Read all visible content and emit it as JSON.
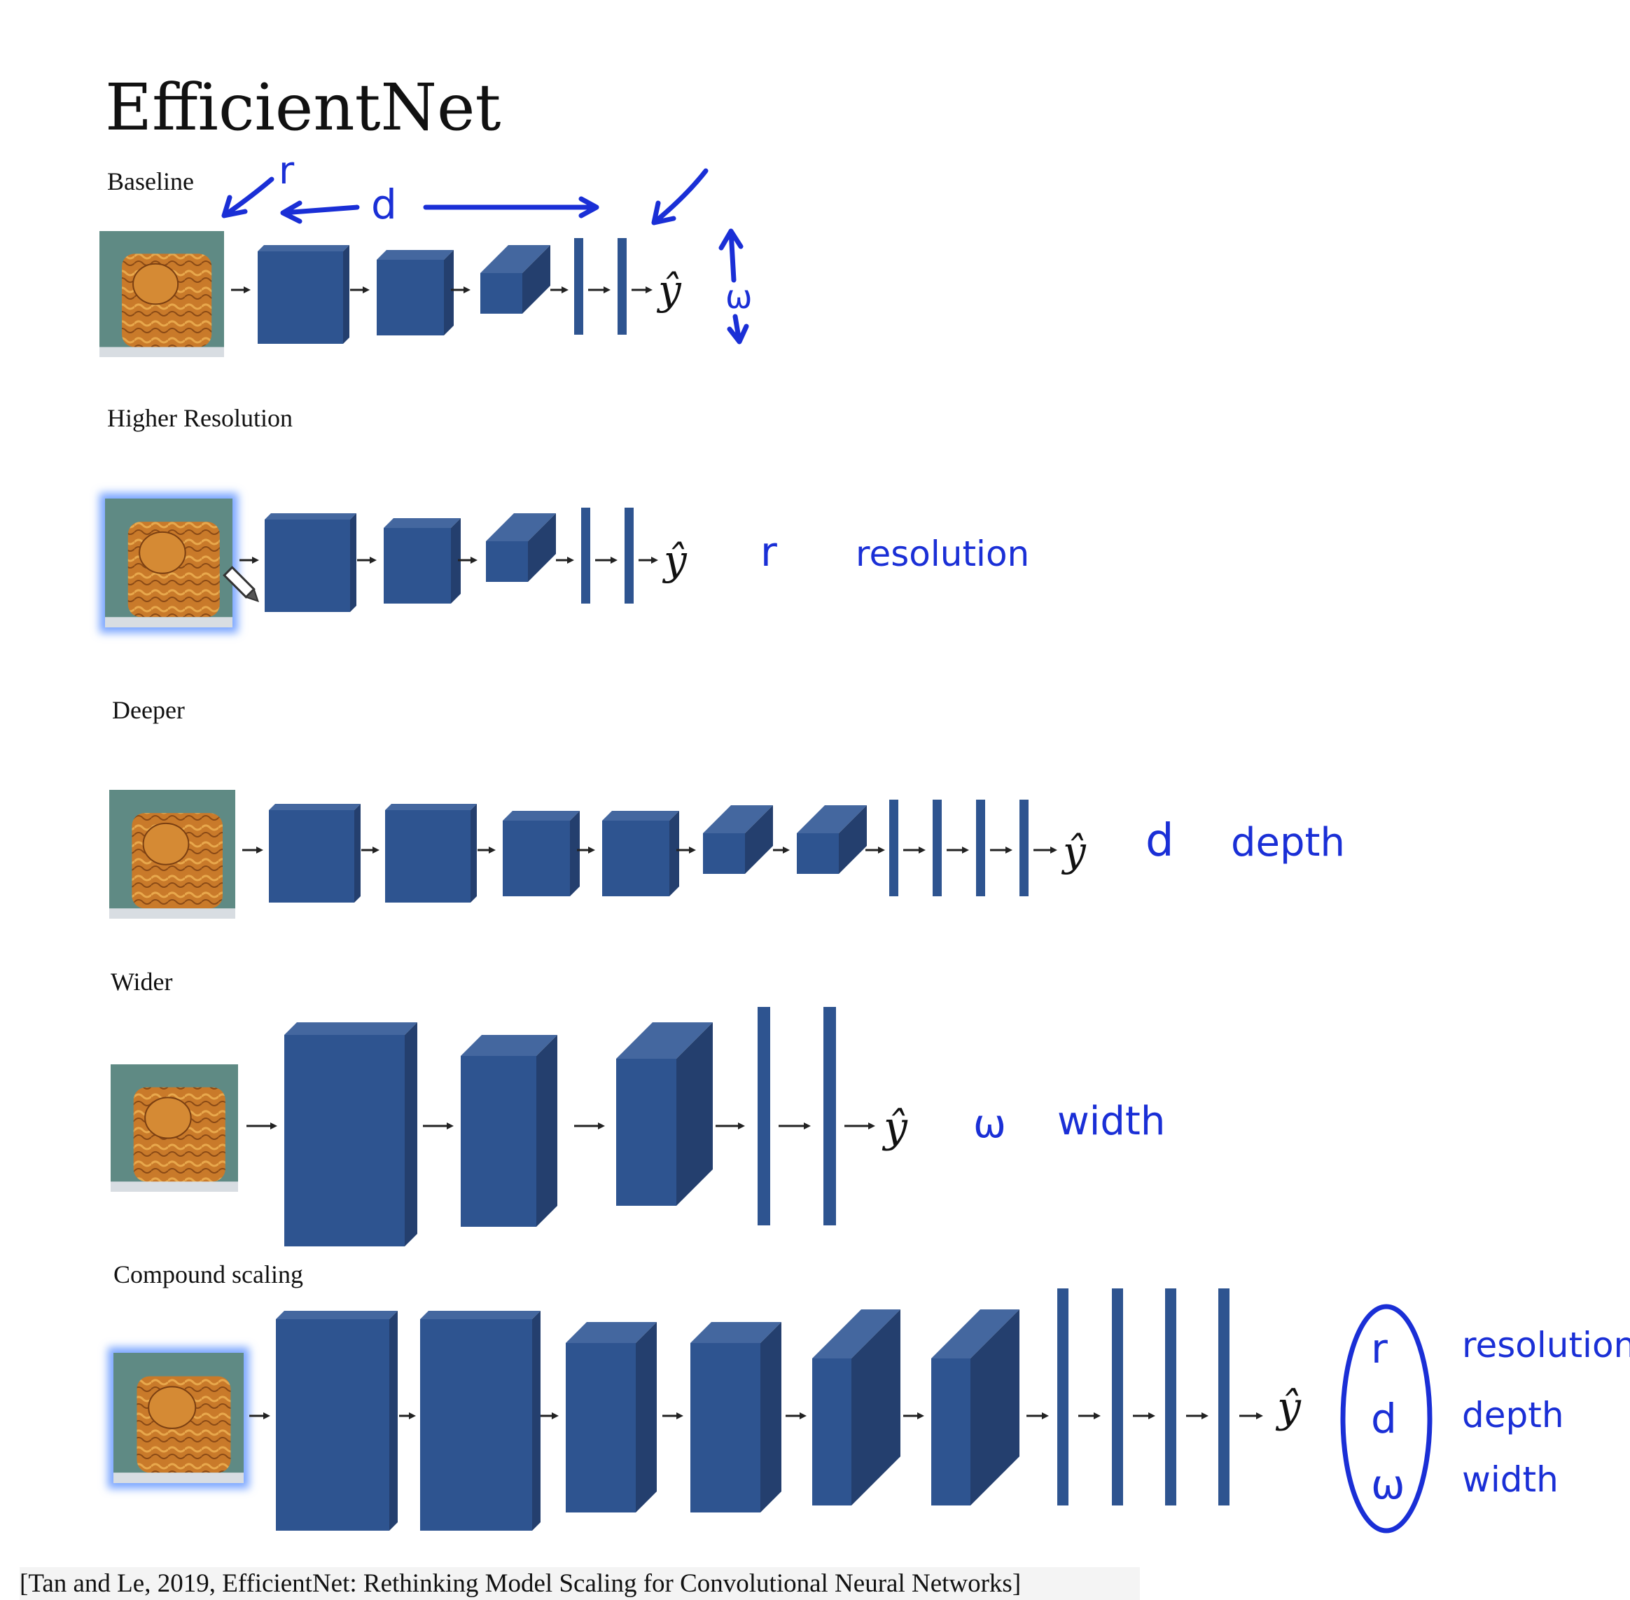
{
  "title": "EfficientNet",
  "citation": "[Tan and Le, 2019, EfficientNet: Rethinking Model Scaling for Convolutional Neural Networks]",
  "colors": {
    "block": "#2e5490",
    "block_top": "#44679f",
    "block_side": "#243f6e",
    "ink": "#1a2fd6",
    "arrow": "#222222"
  },
  "output_symbol": "ŷ",
  "rows": [
    {
      "id": "baseline",
      "label": "Baseline"
    },
    {
      "id": "resolution",
      "label": "Higher Resolution",
      "annotation_symbol": "r",
      "annotation_word": "resolution"
    },
    {
      "id": "deeper",
      "label": "Deeper",
      "annotation_symbol": "d",
      "annotation_word": "depth"
    },
    {
      "id": "wider",
      "label": "Wider",
      "annotation_symbol": "ω",
      "annotation_word": "width"
    },
    {
      "id": "compound",
      "label": "Compound scaling"
    }
  ],
  "baseline_annotations": {
    "r": "r",
    "d": "d",
    "w": "ω"
  },
  "compound_annotations": [
    {
      "symbol": "r",
      "word": "resolution"
    },
    {
      "symbol": "d",
      "word": "depth"
    },
    {
      "symbol": "ω",
      "word": "width"
    }
  ]
}
